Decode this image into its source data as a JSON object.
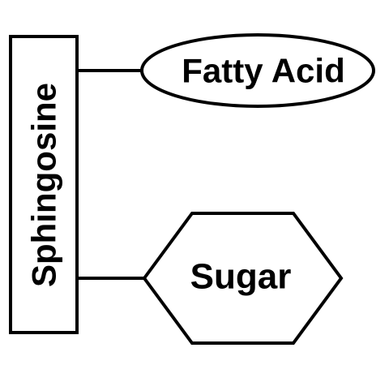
{
  "diagram": {
    "backbone": {
      "label": "Sphingosine",
      "shape": "rectangle"
    },
    "top_group": {
      "label": "Fatty Acid",
      "shape": "ellipse"
    },
    "bottom_group": {
      "label": "Sugar",
      "shape": "hexagon"
    },
    "stroke_color": "#000000",
    "background_color": "#ffffff"
  }
}
